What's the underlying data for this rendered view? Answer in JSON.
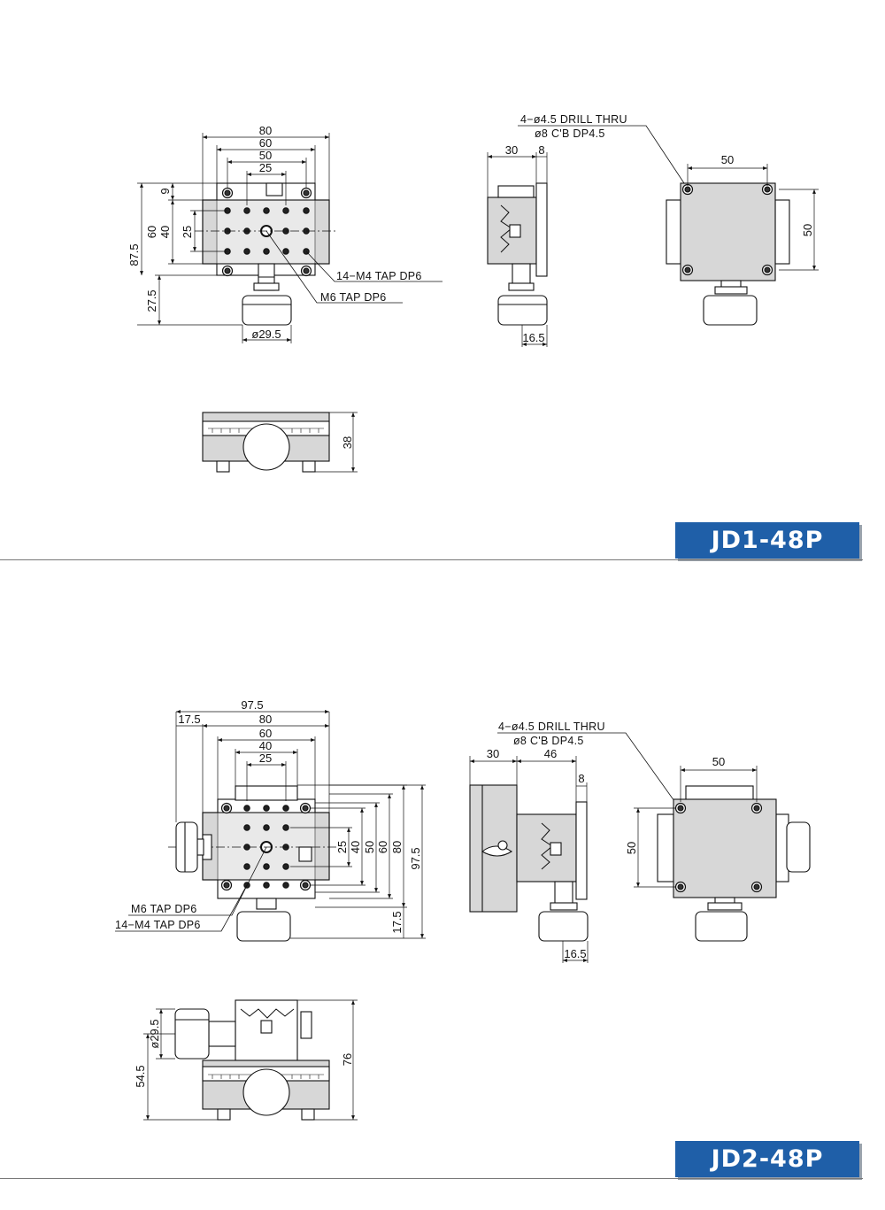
{
  "section1": {
    "model": "JD1-48P",
    "top_view": {
      "dims": [
        "80",
        "60",
        "50",
        "25",
        "9",
        "60",
        "40",
        "25",
        "87.5",
        "27.5",
        "ø29.5"
      ],
      "callouts": [
        "14−M4 TAP DP6",
        "M6 TAP DP6"
      ]
    },
    "side_view": {
      "dims": [
        "30",
        "8",
        "16.5"
      ],
      "callouts": [
        "4−ø4.5 DRILL THRU",
        "ø8 C'B DP4.5"
      ]
    },
    "right_view": {
      "dims": [
        "50",
        "50"
      ]
    },
    "front_view": {
      "dims": [
        "38"
      ]
    }
  },
  "section2": {
    "model": "JD2-48P",
    "top_view": {
      "dims": [
        "97.5",
        "17.5",
        "80",
        "60",
        "40",
        "25",
        "25",
        "40",
        "50",
        "60",
        "80",
        "97.5",
        "17.5"
      ],
      "callouts": [
        "M6 TAP DP6",
        "14−M4 TAP DP6"
      ]
    },
    "side_view": {
      "dims": [
        "30",
        "46",
        "8",
        "16.5"
      ],
      "callouts": [
        "4−ø4.5 DRILL THRU",
        "ø8 C'B DP4.5"
      ]
    },
    "right_view": {
      "dims": [
        "50",
        "50"
      ]
    },
    "front_view": {
      "dims": [
        "ø29.5",
        "54.5",
        "76"
      ]
    }
  },
  "colors": {
    "badge": "#1f5fa8",
    "line": "#111111",
    "body": "#d7d7d7"
  }
}
